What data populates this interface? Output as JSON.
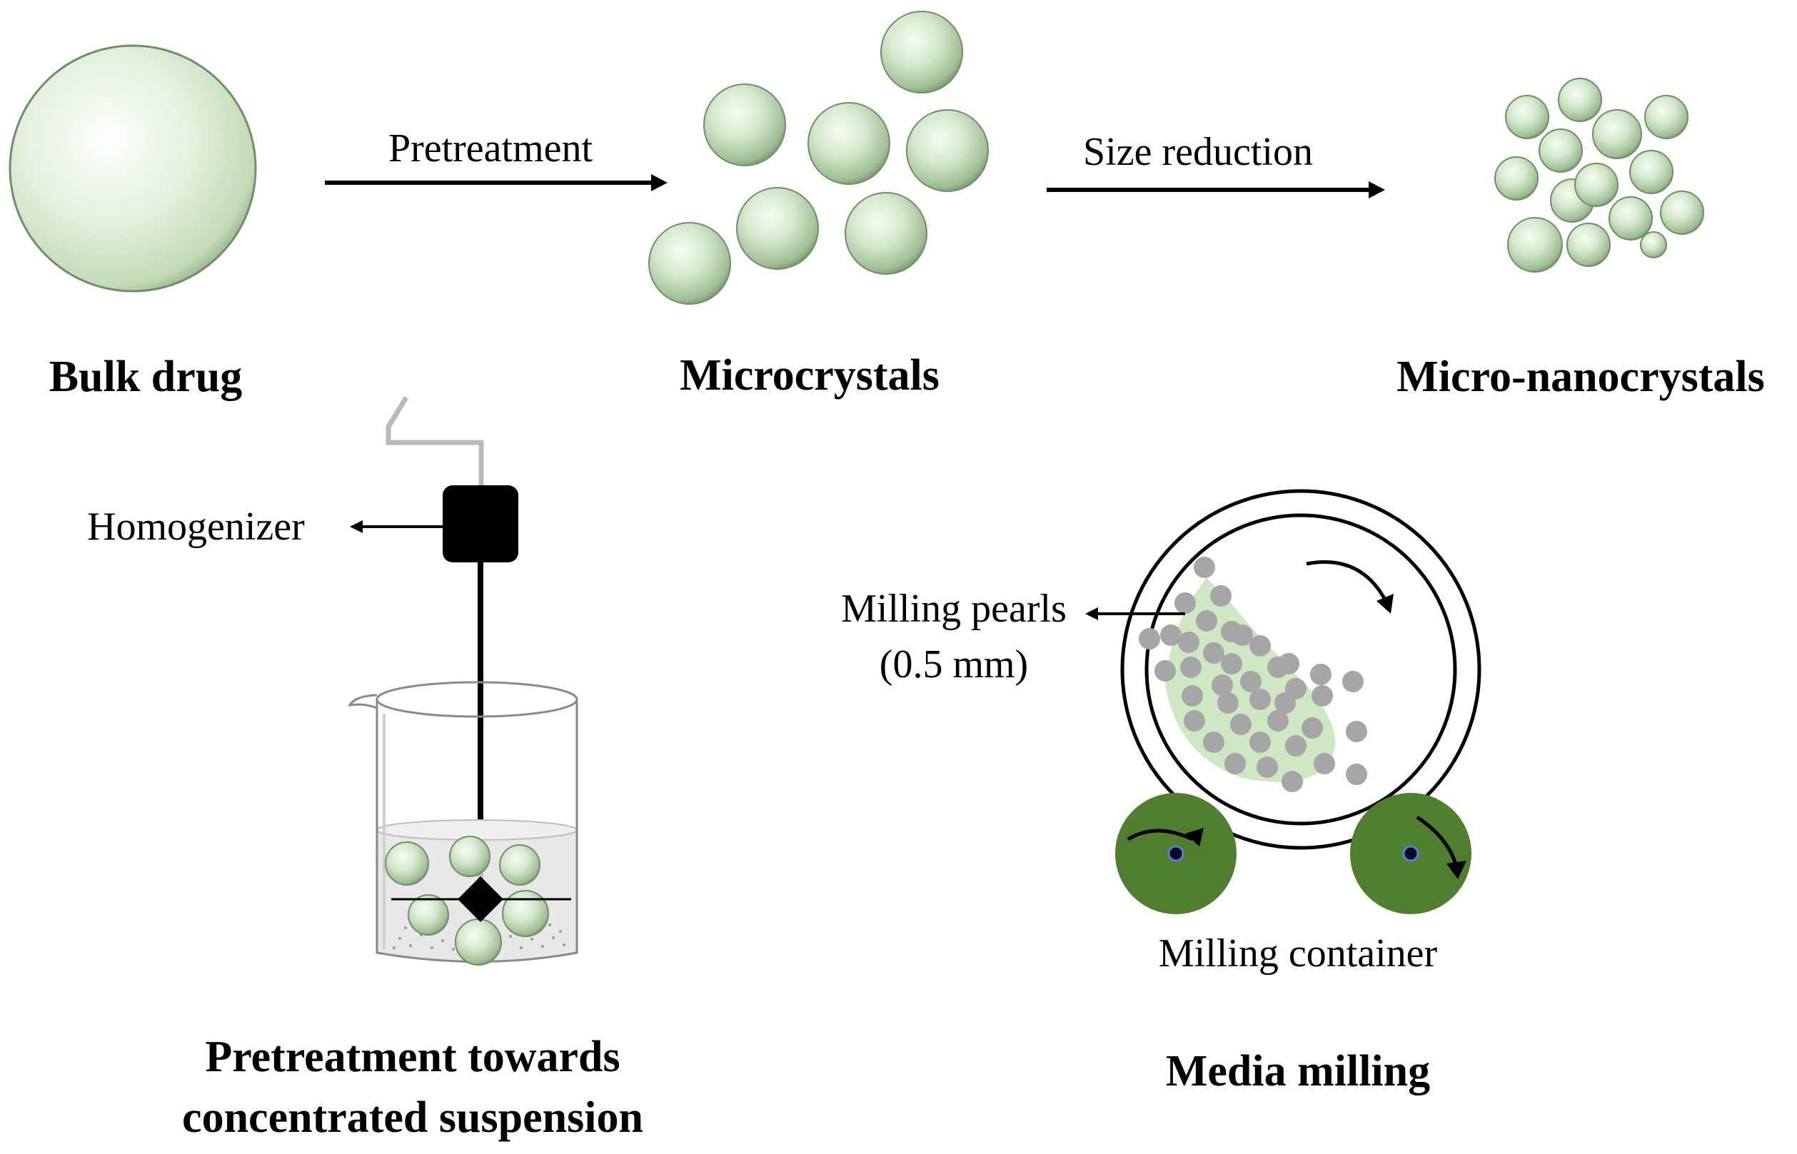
{
  "stages": {
    "bulk": "Bulk drug",
    "micro": "Microcrystals",
    "nano": "Micro-nanocrystals"
  },
  "arrows": {
    "pretreatment": "Pretreatment",
    "size_reduction": "Size reduction"
  },
  "pretreatment_panel": {
    "homogenizer": "Homogenizer",
    "caption_line1": "Pretreatment towards",
    "caption_line2": "concentrated suspension"
  },
  "milling_panel": {
    "pearls_line1": "Milling pearls",
    "pearls_line2": "(0.5 mm)",
    "container": "Milling container",
    "caption": "Media milling"
  },
  "colors": {
    "sphere_light": "#f4fbef",
    "sphere_mid": "#c6dfbd",
    "sphere_dark": "#6f8f66",
    "slurry": "#cfe8c4",
    "pearl": "#a6a6a6",
    "roller": "#4f7f2e"
  }
}
